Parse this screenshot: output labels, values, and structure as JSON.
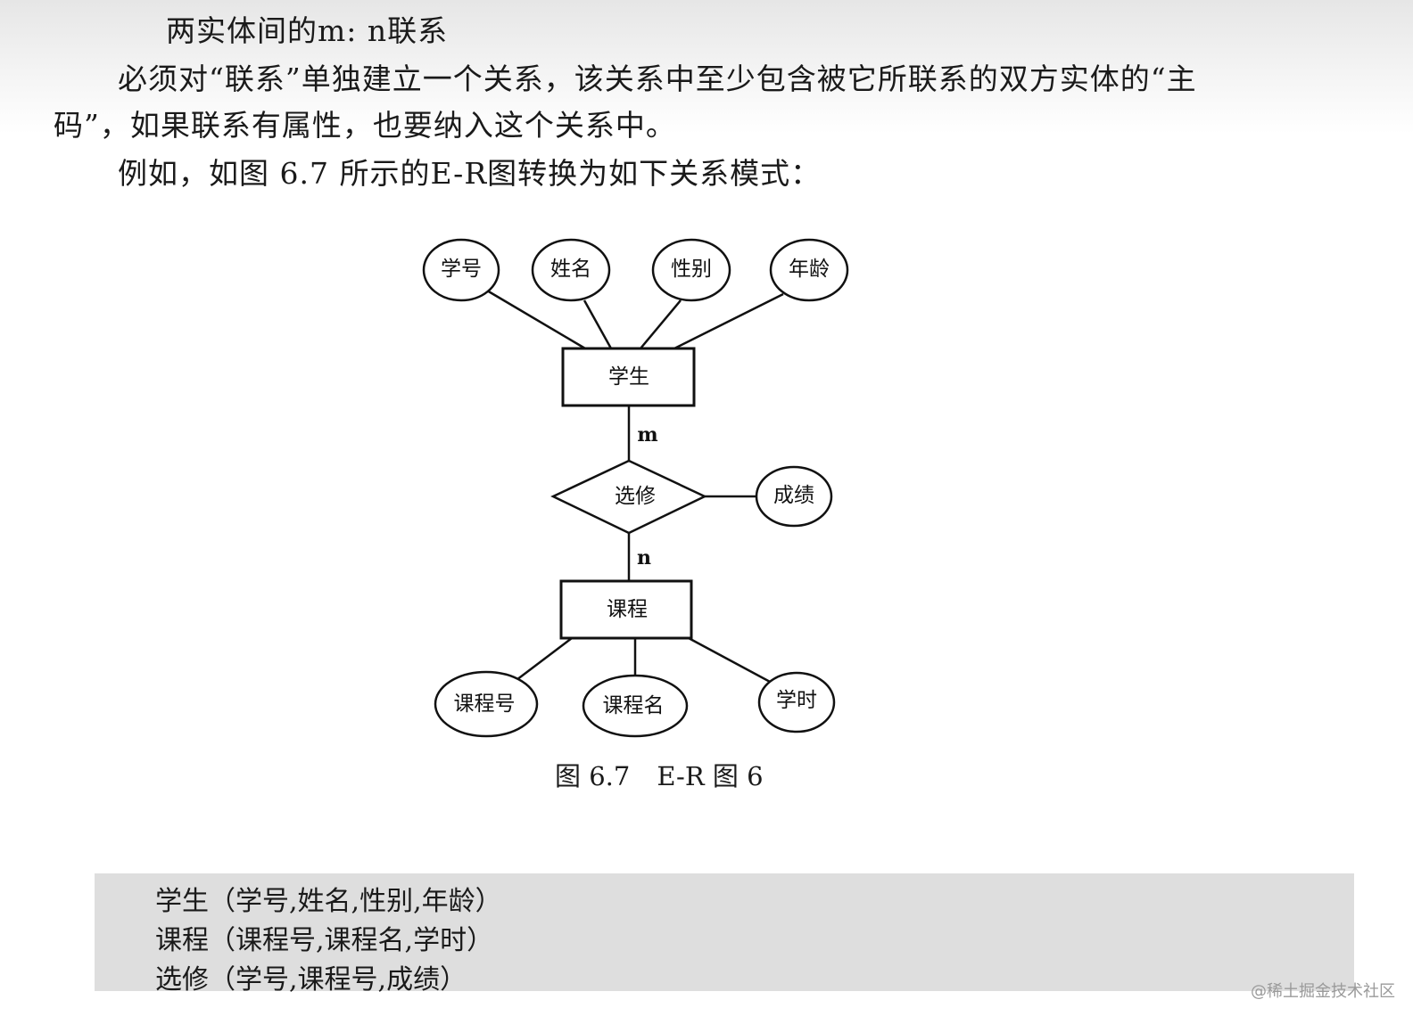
{
  "text": {
    "heading": "两实体间的m: n联系",
    "para1_line1": "必须对“联系”单独建立一个关系，该关系中至少包含被它所联系的双方实体的“主",
    "para1_line2": "码”，如果联系有属性，也要纳入这个关系中。",
    "para2": "例如，如图 6.7 所示的E-R图转换为如下关系模式："
  },
  "diagram": {
    "entity_student": "学生",
    "entity_course": "课程",
    "relationship": "选修",
    "student_attrs": [
      "学号",
      "姓名",
      "性别",
      "年龄"
    ],
    "relationship_attr": "成绩",
    "course_attrs": [
      "课程号",
      "课程名",
      "学时"
    ],
    "cardinality_top": "m",
    "cardinality_bottom": "n"
  },
  "caption": {
    "label": "图 6.7",
    "title": "E-R 图 6"
  },
  "schemas": [
    "学生（学号,姓名,性别,年龄）",
    "课程（课程号,课程名,学时）",
    "选修（学号,课程号,成绩）"
  ],
  "watermark": "@稀土掘金技术社区"
}
